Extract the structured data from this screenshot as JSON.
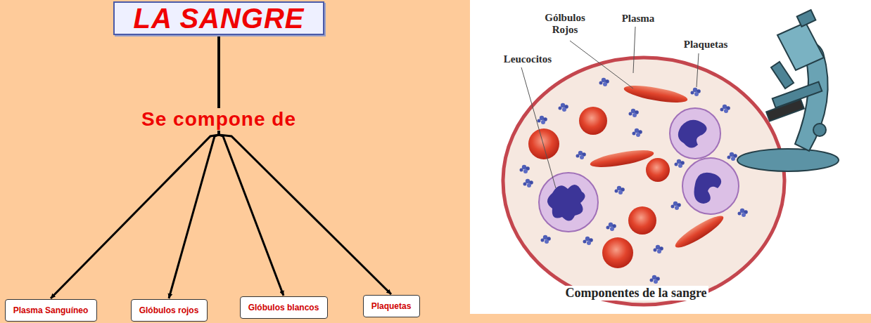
{
  "diagram": {
    "title": "LA SANGRE",
    "nodes": [
      {
        "text": [
          "LA SANGRE"
        ]
      },
      {
        "text": [
          "Plasma Sanguíneo"
        ]
      },
      {
        "text": [
          "Glóbulos rojos"
        ]
      },
      {
        "text": [
          "Glóbulos blancos"
        ]
      },
      {
        "text": [
          "Plaquetas"
        ]
      }
    ],
    "edges": [
      {
        "from": 0,
        "to": 1,
        "arrow": "to"
      },
      {
        "from": 0,
        "to": 2,
        "arrow": "to"
      },
      {
        "from": 0,
        "to": 3,
        "arrow": "to"
      },
      {
        "from": 0,
        "to": 4,
        "arrow": "to"
      }
    ],
    "labels": [
      "Se compone de",
      "Gólbulos Rojos",
      "Plasma",
      "Plaquetas",
      "Leucocitos",
      "Componentes de la sangre"
    ]
  }
}
